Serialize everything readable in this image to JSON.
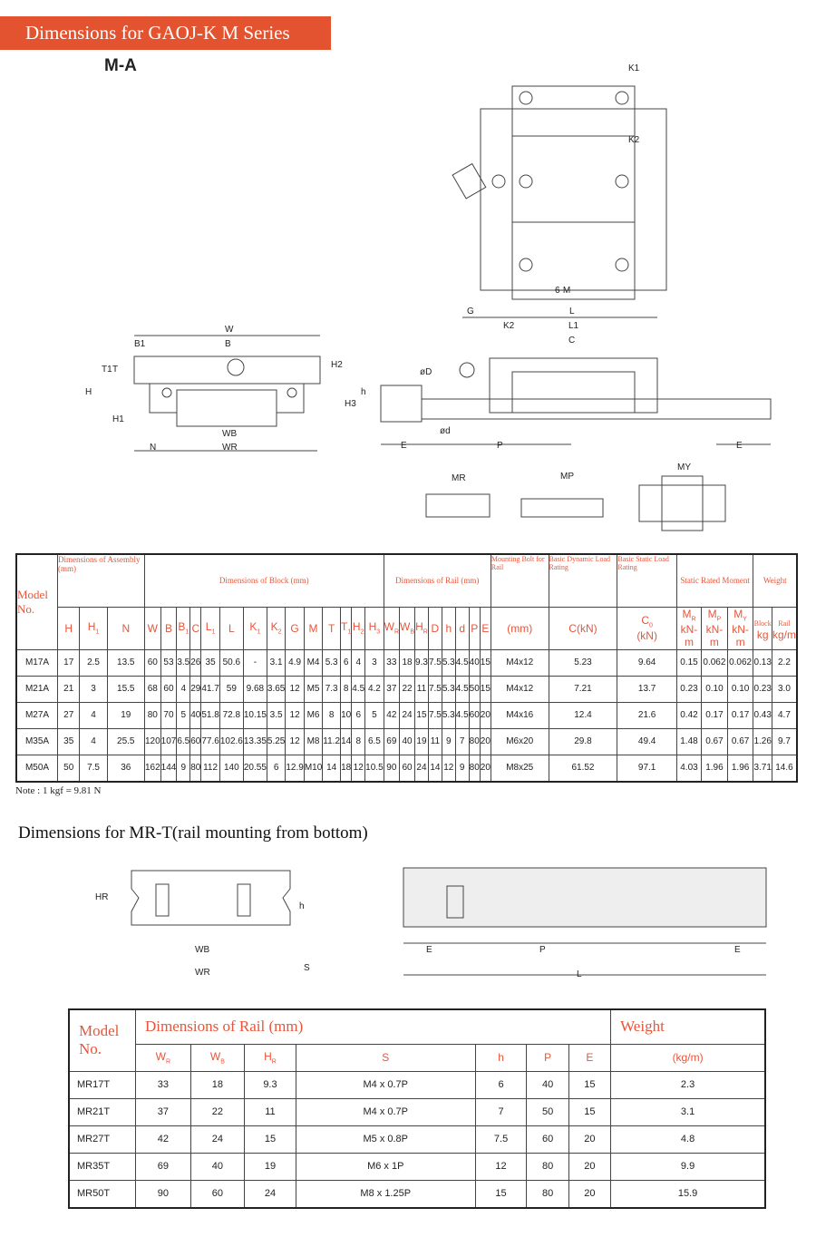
{
  "header": {
    "title": "Dimensions for GAOJ-K M Series",
    "subtitle": "M-A"
  },
  "diagram_top": {
    "labels": [
      "K1",
      "K2",
      "6-M",
      "W",
      "B1",
      "B",
      "T1",
      "T",
      "H2",
      "H",
      "H1",
      "WB",
      "WR",
      "N",
      "G",
      "L",
      "K2",
      "L1",
      "C",
      "øD",
      "h",
      "H3",
      "ød",
      "E",
      "P",
      "E",
      "MR",
      "MP",
      "MY"
    ]
  },
  "table1": {
    "group_headers": {
      "model": "Model No.",
      "assembly": "Dimensions of Assembly (mm)",
      "block": "Dimensions of Block (mm)",
      "rail": "Dimensions of Rail (mm)",
      "bolt": "Mounting Bolt for Rail",
      "dynamic": "Basic Dynamic Load Rating",
      "static": "Basic Static Load Rating",
      "moment": "Static Rated Moment",
      "weight": "Weight",
      "block_w": "Block",
      "rail_w": "Rail"
    },
    "columns": [
      [
        "H",
        ""
      ],
      [
        "H",
        "1"
      ],
      [
        "N",
        ""
      ],
      [
        "W",
        ""
      ],
      [
        "B",
        ""
      ],
      [
        "B",
        "1"
      ],
      [
        "C",
        ""
      ],
      [
        "L",
        "1"
      ],
      [
        "L",
        ""
      ],
      [
        "K",
        "1"
      ],
      [
        "K",
        "2"
      ],
      [
        "G",
        ""
      ],
      [
        "M",
        ""
      ],
      [
        "T",
        ""
      ],
      [
        "T",
        "1"
      ],
      [
        "H",
        "2"
      ],
      [
        "H",
        "3"
      ],
      [
        "W",
        "R"
      ],
      [
        "W",
        "B"
      ],
      [
        "H",
        "R"
      ],
      [
        "D",
        ""
      ],
      [
        "h",
        ""
      ],
      [
        "d",
        ""
      ],
      [
        "P",
        ""
      ],
      [
        "E",
        ""
      ],
      [
        "(mm)",
        ""
      ],
      [
        "C(kN)",
        ""
      ],
      [
        "C",
        "0"
      ],
      [
        "M",
        "R"
      ],
      [
        "M",
        "P"
      ],
      [
        "M",
        "Y"
      ],
      [
        "kg",
        ""
      ],
      [
        "kg/m",
        ""
      ]
    ],
    "col_suffix": {
      "27": " (kN)",
      "28": "kN-m",
      "29": "kN-m",
      "30": "kN-m"
    },
    "rows": [
      [
        "M17A",
        "17",
        "2.5",
        "13.5",
        "60",
        "53",
        "3.5",
        "26",
        "35",
        "50.6",
        "-",
        "3.1",
        "4.9",
        "M4",
        "5.3",
        "6",
        "4",
        "3",
        "33",
        "18",
        "9.3",
        "7.5",
        "5.3",
        "4.5",
        "40",
        "15",
        "M4x12",
        "5.23",
        "9.64",
        "0.15",
        "0.062",
        "0.062",
        "0.13",
        "2.2"
      ],
      [
        "M21A",
        "21",
        "3",
        "15.5",
        "68",
        "60",
        "4",
        "29",
        "41.7",
        "59",
        "9.68",
        "3.65",
        "12",
        "M5",
        "7.3",
        "8",
        "4.5",
        "4.2",
        "37",
        "22",
        "11",
        "7.5",
        "5.3",
        "4.5",
        "50",
        "15",
        "M4x12",
        "7.21",
        "13.7",
        "0.23",
        "0.10",
        "0.10",
        "0.23",
        "3.0"
      ],
      [
        "M27A",
        "27",
        "4",
        "19",
        "80",
        "70",
        "5",
        "40",
        "51.8",
        "72.8",
        "10.15",
        "3.5",
        "12",
        "M6",
        "8",
        "10",
        "6",
        "5",
        "42",
        "24",
        "15",
        "7.5",
        "5.3",
        "4.5",
        "60",
        "20",
        "M4x16",
        "12.4",
        "21.6",
        "0.42",
        "0.17",
        "0.17",
        "0.43",
        "4.7"
      ],
      [
        "M35A",
        "35",
        "4",
        "25.5",
        "120",
        "107",
        "6.5",
        "60",
        "77.6",
        "102.6",
        "13.35",
        "5.25",
        "12",
        "M8",
        "11.2",
        "14",
        "8",
        "6.5",
        "69",
        "40",
        "19",
        "11",
        "9",
        "7",
        "80",
        "20",
        "M6x20",
        "29.8",
        "49.4",
        "1.48",
        "0.67",
        "0.67",
        "1.26",
        "9.7"
      ],
      [
        "M50A",
        "50",
        "7.5",
        "36",
        "162",
        "144",
        "9",
        "80",
        "112",
        "140",
        "20.55",
        "6",
        "12.9",
        "M10",
        "14",
        "18",
        "12",
        "10.5",
        "90",
        "60",
        "24",
        "14",
        "12",
        "9",
        "80",
        "20",
        "M8x25",
        "61.52",
        "97.1",
        "4.03",
        "1.96",
        "1.96",
        "3.71",
        "14.6"
      ]
    ],
    "note": "Note : 1 kgf = 9.81 N"
  },
  "section2": {
    "title": "Dimensions for MR-T(rail mounting from bottom)",
    "labels": [
      "HR",
      "h",
      "WB",
      "WR",
      "S",
      "E",
      "P",
      "E",
      "L"
    ]
  },
  "table2": {
    "model": "Model No.",
    "group": "Dimensions of Rail (mm)",
    "weight": "Weight",
    "columns": [
      [
        "W",
        "R"
      ],
      [
        "W",
        "B"
      ],
      [
        "H",
        "R"
      ],
      [
        "S",
        ""
      ],
      [
        "h",
        ""
      ],
      [
        "P",
        ""
      ],
      [
        "E",
        ""
      ],
      [
        "(kg/m)",
        ""
      ]
    ],
    "rows": [
      [
        "MR17T",
        "33",
        "18",
        "9.3",
        "M4 x 0.7P",
        "6",
        "40",
        "15",
        "2.3"
      ],
      [
        "MR21T",
        "37",
        "22",
        "11",
        "M4 x 0.7P",
        "7",
        "50",
        "15",
        "3.1"
      ],
      [
        "MR27T",
        "42",
        "24",
        "15",
        "M5 x 0.8P",
        "7.5",
        "60",
        "20",
        "4.8"
      ],
      [
        "MR35T",
        "69",
        "40",
        "19",
        "M6 x 1P",
        "12",
        "80",
        "20",
        "9.9"
      ],
      [
        "MR50T",
        "90",
        "60",
        "24",
        "M8 x 1.25P",
        "15",
        "80",
        "20",
        "15.9"
      ]
    ]
  },
  "colors": {
    "accent": "#e4532f",
    "header_text": "#e8553a"
  }
}
